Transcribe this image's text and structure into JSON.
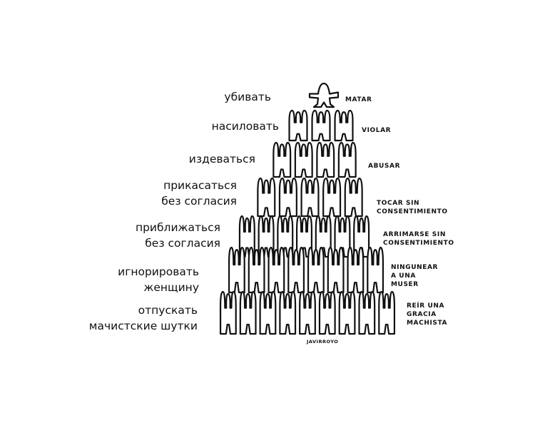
{
  "levels": [
    {
      "ru": [
        "убивать"
      ],
      "es": [
        "MATAR"
      ],
      "count": 1
    },
    {
      "ru": [
        "насиловать"
      ],
      "es": [
        "VIOLAR"
      ],
      "count": 3
    },
    {
      "ru": [
        "издеваться"
      ],
      "es": [
        "ABUSAR"
      ],
      "count": 4
    },
    {
      "ru": [
        "прикасаться",
        "без согласия"
      ],
      "es": [
        "TOCAR SIN",
        "CONSENTIMIENTO"
      ],
      "count": 5
    },
    {
      "ru": [
        "приближаться",
        "без согласия"
      ],
      "es": [
        "ARRIMARSE SIN",
        "CONSENTIMIENTO"
      ],
      "count": 7
    },
    {
      "ru": [
        "игнорировать",
        "женщину"
      ],
      "es": [
        "NINGUNEAR",
        "A UNA",
        "MUSER"
      ],
      "count": 8
    },
    {
      "ru": [
        "отпускать",
        "мачистские шутки"
      ],
      "es": [
        "REÍR UNA",
        "GRACIA",
        "MACHISTA"
      ],
      "count": 9
    }
  ],
  "signature": "JAVIRROYO",
  "colors": {
    "ink": "#111111",
    "background": "#ffffff"
  }
}
